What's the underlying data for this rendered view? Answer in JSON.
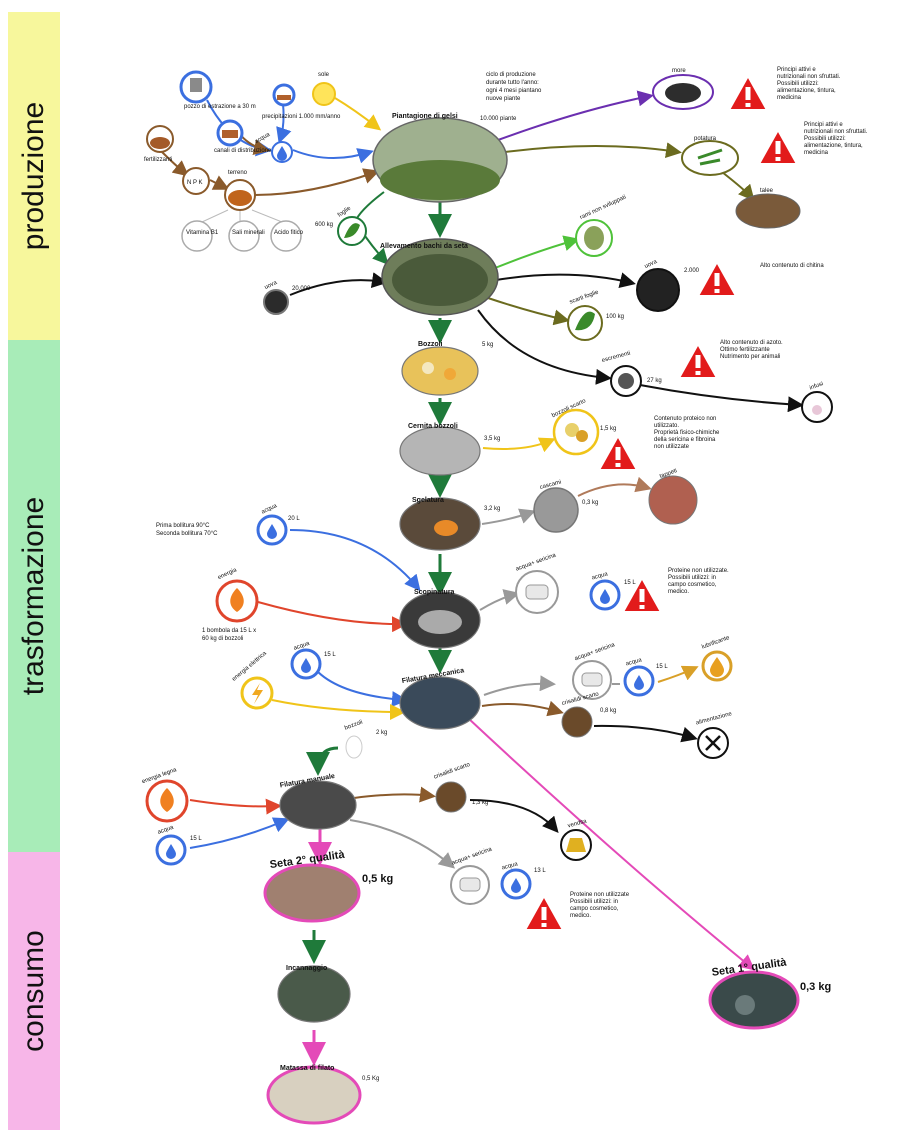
{
  "phases": [
    {
      "label": "produzione",
      "color": "#f7f79c"
    },
    {
      "label": "trasformazione",
      "color": "#a8ecb8"
    },
    {
      "label": "consumo",
      "color": "#f7b6e8"
    }
  ],
  "nodes": {
    "pozzo": "pozzo di estrazione a 30 m",
    "canali": "canali di distribuzione",
    "precipitazioni": "precipitazioni 1.000 mm/anno",
    "acqua1": "acqua",
    "sole": "sole",
    "fertilizzanti": "fertilizzanti",
    "np": "N P K",
    "terreno": "terreno",
    "vitamina": "Vitamina B1",
    "sali": "Sali minerali",
    "acido": "Acido fitico",
    "foglie": "foglie",
    "foglie_qty": "600 kg",
    "piantagione": "Piantagione di gelsi",
    "piantagione_qty": "10.000 piante",
    "ciclo": [
      "ciclo di produzione",
      "durante tutto l'anno:",
      "ogni 4 mesi piantano",
      "nuove piante"
    ],
    "more": "more",
    "more_note": [
      "Principi attivi e",
      "nutrizionali non sfruttati.",
      "Possibili utilizzi:",
      "alimentazione, tintura,",
      "medicina"
    ],
    "potatura": "potatura",
    "potatura_note": [
      "Principi attivi e",
      "nutrizionali non sfruttati.",
      "Possibili utilizzi:",
      "alimentazione, tintura,",
      "medicina"
    ],
    "talee": "talee",
    "allevamento": "Allevamento bachi da seta",
    "uova": "uova",
    "uova_qty": "20.000",
    "rami": "rami non sviluppati",
    "scarti_foglie": "scarti foglie",
    "scarti_foglie_qty": "100 kg",
    "chitina_label": "uova",
    "chitina_qty": "2.000",
    "chitina_note": [
      "Alto contenuto di chitina"
    ],
    "escrementi": "escrementi",
    "escrementi_qty": "27 kg",
    "escrementi_note": [
      "Alto contenuto di azoto.",
      "Ottimo fertilizzante",
      "Nutrimento per animali"
    ],
    "infusi": "infusi",
    "bozzoli": "Bozzoli",
    "bozzoli_qty": "5 kg",
    "cernita": "Cernita bozzoli",
    "cernita_qty": "3,5 kg",
    "bozzoli_scarto": "bozzoli scarto",
    "bozzoli_scarto_qty": "1,5 kg",
    "bozzoli_scarto_note": [
      "Contenuto proteico non",
      "utilizzato.",
      "Proprietà fisico-chimiche",
      "della sericina e fibroina",
      "non utilizzate"
    ],
    "sgrasatura": "Sgelatura",
    "sgrasatura_qty": "3,2 kg",
    "cascami": "cascami",
    "cascami_qty": "0,3 kg",
    "tappeti": "tappeti",
    "acqua_bollitura": "acqua",
    "acqua_bollitura_qty": "20 L",
    "bollitura": [
      "Prima bollitura 90°C",
      "Seconda bollitura 70°C"
    ],
    "energia": "energia",
    "bombola": [
      "1 bombola da 15 L x",
      "60 kg di bozzoli"
    ],
    "scopinatura": "Scopinatura",
    "acqua_sericina": "acqua+ sericina",
    "acqua_sc": "acqua",
    "acqua_sc_qty": "15 L",
    "sc_note": [
      "Proteine non utilizzate.",
      "Possibili utilizzi: in",
      "campo cosmetico,",
      "medico."
    ],
    "acqua_fm": "acqua",
    "acqua_fm_qty": "15 L",
    "energia_elettrica": "energia elettrica",
    "filatura_meccanica": "Filatura meccanica",
    "acqua_sericina2": "acqua+ sericina",
    "acqua_l": "acqua",
    "acqua_l_qty": "15 L",
    "lubrificante": "lubrificante",
    "crisalidi": "crisalidi scarto",
    "crisalidi_qty": "0,8 kg",
    "alimentazione": "alimentazione",
    "bozzoli2": "bozzoli",
    "bozzoli2_qty": "2 kg",
    "energia_legna": "energia legna",
    "acqua_fman": "acqua",
    "acqua_fman_qty": "15 L",
    "filatura_manuale": "Filatura manuale",
    "crisalidi2": "crisalidi scarto",
    "crisalidi2_qty": "1,3 kg",
    "vendita": "vendita",
    "acqua_sericina3": "acqua+ sericina",
    "acqua_v": "acqua",
    "acqua_v_qty": "13 L",
    "v_note": [
      "Proteine non utilizzate",
      "Possibili utilizzi: in",
      "campo cosmetico,",
      "medico."
    ],
    "seta2": "Seta 2° qualità",
    "seta2_qty": "0,5 kg",
    "seta1": "Seta 1° qualità",
    "seta1_qty": "0,3 kg",
    "incannaggio": "Incannaggio",
    "matassa": "Matassa di filato",
    "matassa_qty": "0,5 Kg"
  }
}
